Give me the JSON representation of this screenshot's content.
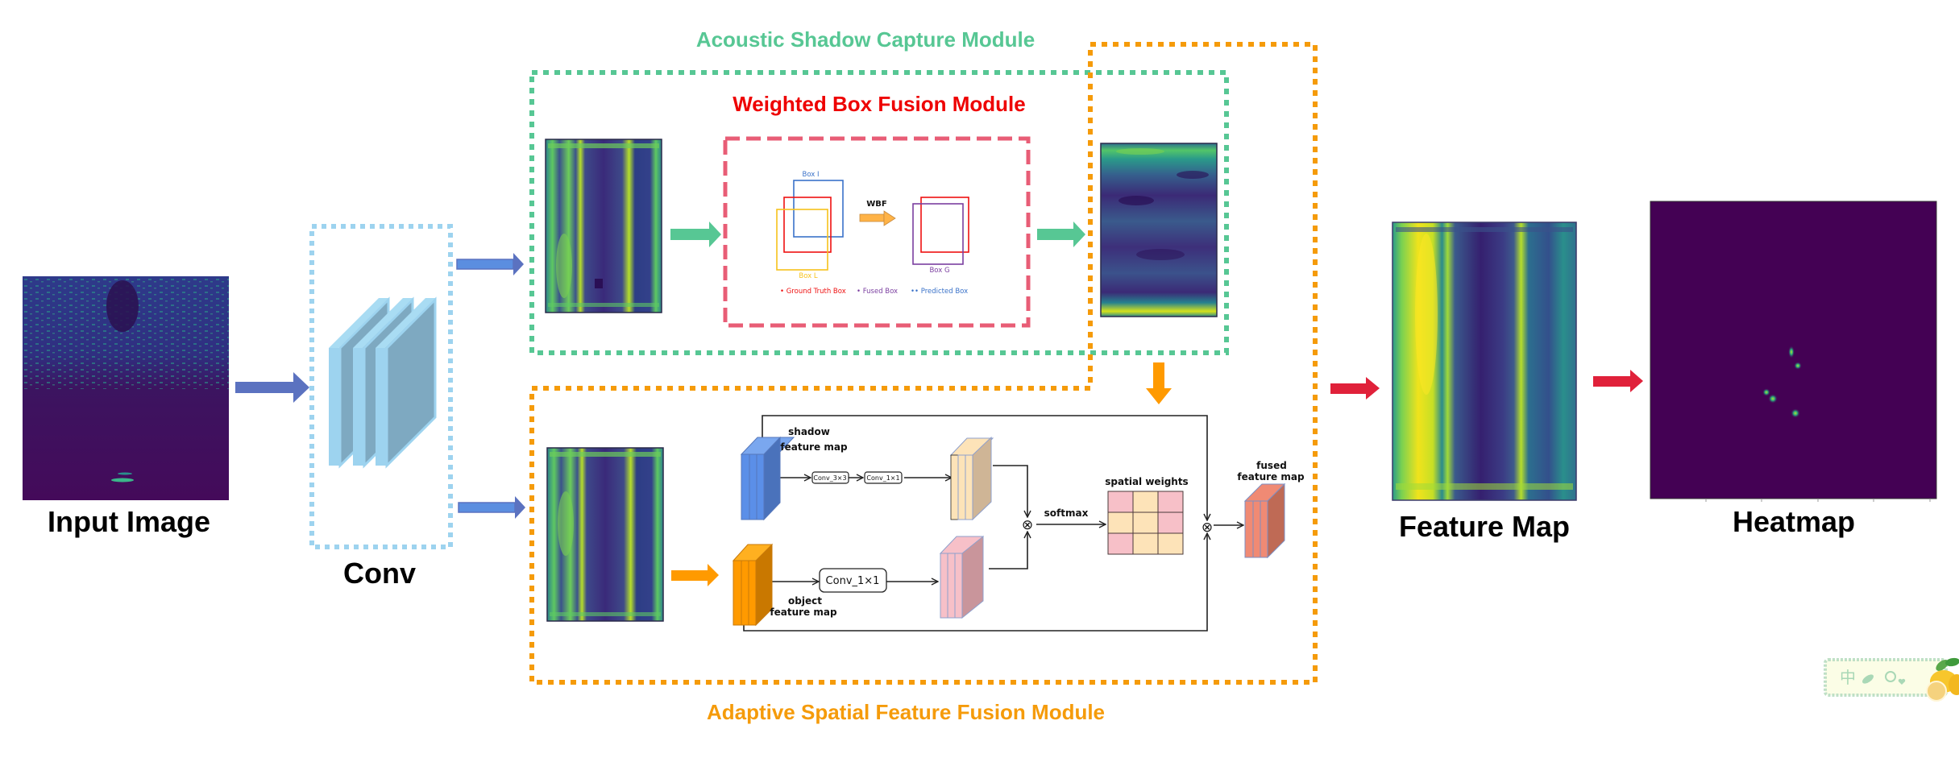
{
  "labels": {
    "input_image": "Input Image",
    "conv": "Conv",
    "feature_map": "Feature Map",
    "heatmap": "Heatmap"
  },
  "modules": {
    "acoustic_shadow": {
      "title": "Acoustic Shadow Capture Module",
      "color": "#57c794"
    },
    "weighted_box_fusion": {
      "title": "Weighted Box Fusion Module",
      "color": "#ee0000",
      "border_color": "#e85d76"
    },
    "adaptive_spatial": {
      "title": "Adaptive Spatial Feature Fusion Module",
      "color": "#f59b0a"
    },
    "conv_box_color": "#9dd3ef"
  },
  "wbf": {
    "operation": "WBF",
    "boxes": {
      "box_i": "Box I",
      "box_l": "Box L",
      "box_g": "Box G"
    },
    "legend": [
      {
        "label": "Ground Truth Box",
        "color": "#ee1111",
        "marker": "•"
      },
      {
        "label": "Fused Box",
        "color": "#7b3fa0",
        "marker": "•"
      },
      {
        "label": "Predicted Box",
        "color": "#3a72c9",
        "marker": "••"
      }
    ]
  },
  "asff": {
    "shadow_feature_map": [
      "shadow",
      "feature map"
    ],
    "object_feature_map": [
      "object",
      "feature map"
    ],
    "conv_3x3": "Conv_3×3",
    "conv_1x1_top": "Conv_1×1",
    "conv_1x1_bottom": "Conv_1×1",
    "softmax": "softmax",
    "spatial_weights": "spatial weights",
    "fused_feature_map": [
      "fused",
      "feature map"
    ],
    "multiply_symbol": "⊗",
    "spatial_weights_grid": [
      [
        "pink",
        "peach",
        "pink"
      ],
      [
        "peach",
        "peach",
        "pink"
      ],
      [
        "pink",
        "peach",
        "peach"
      ]
    ],
    "grid_colors": {
      "pink": "#f7c0c8",
      "peach": "#fde3b8"
    }
  },
  "arrows": {
    "input_to_conv": "#5b72c0",
    "conv_to_modules": "#5b8ee0",
    "shadow_module": "#57c794",
    "fusion_down": "#ff9a00",
    "output": "#e0213a"
  },
  "watermark": {
    "icons": [
      "chinese-char-icon",
      "leaf-icon",
      "bear-heart-icon",
      "lemon-icon"
    ]
  }
}
